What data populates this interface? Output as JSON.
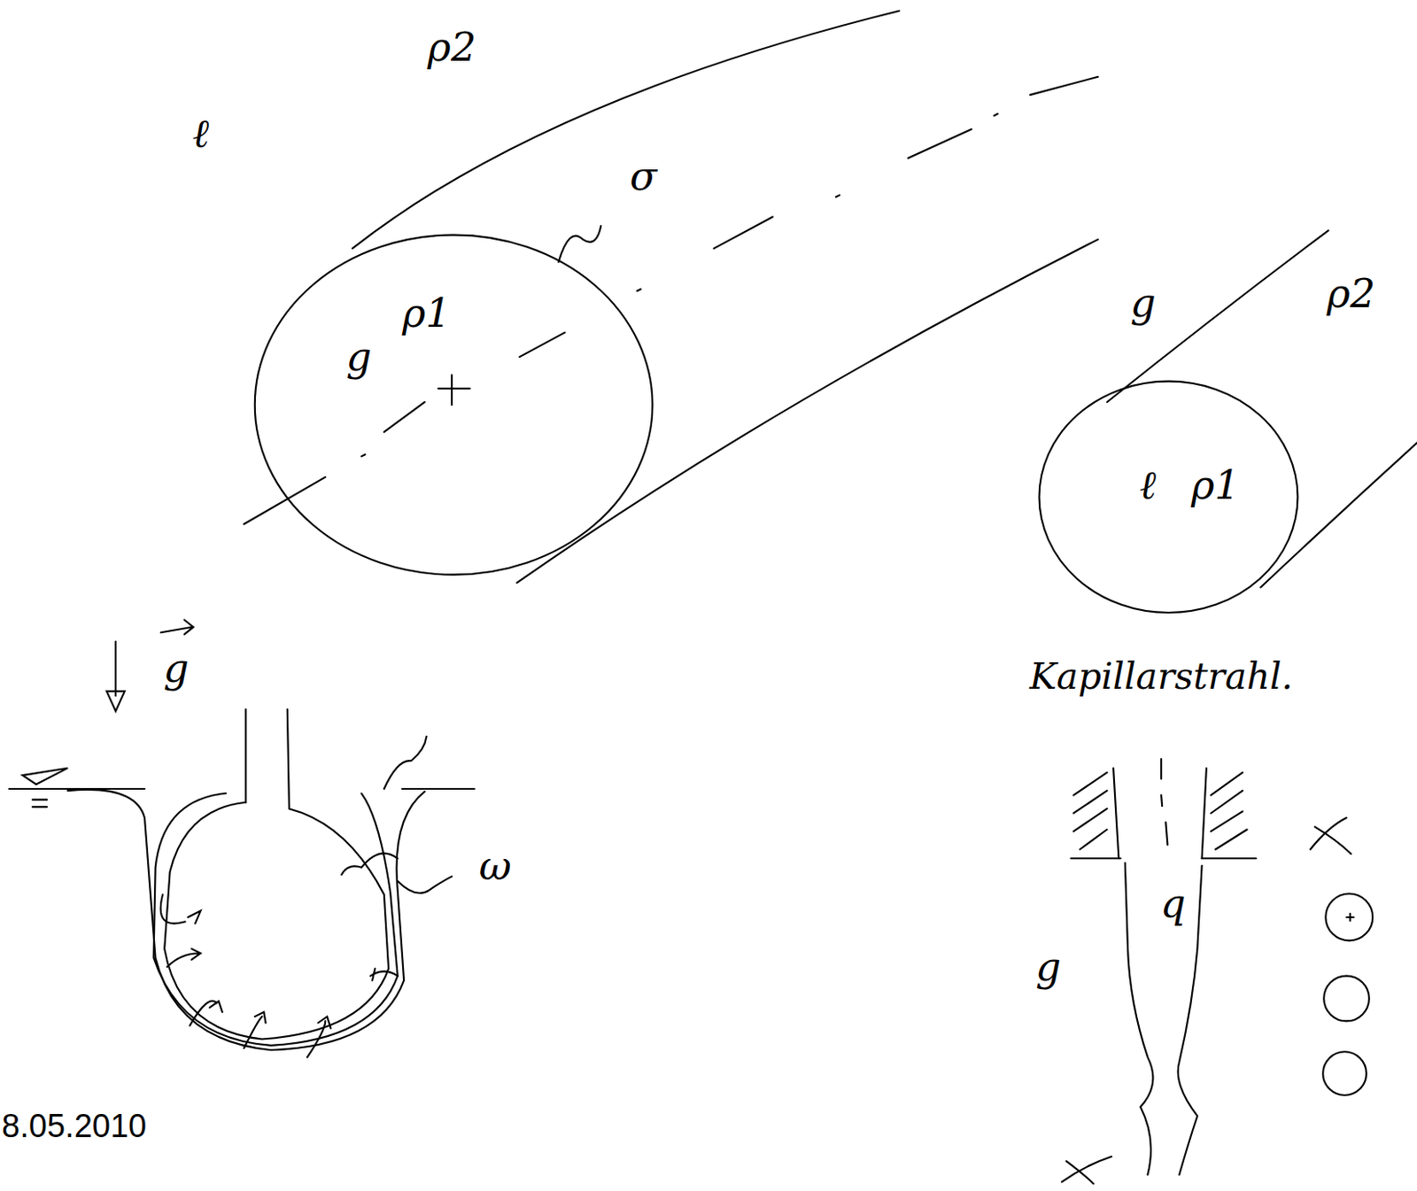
{
  "diagram": {
    "nodes": [
      {
        "text": [
          "ρ1",
          "g"
        ]
      },
      {
        "text": [
          "ℓ",
          "ρ1"
        ]
      }
    ],
    "labels": [
      "ρ2",
      "ℓ",
      "σ",
      "ρ2",
      "g",
      "Kapillarstrahl.",
      "g",
      "ω",
      "q",
      "g",
      "8.05.2010"
    ]
  }
}
